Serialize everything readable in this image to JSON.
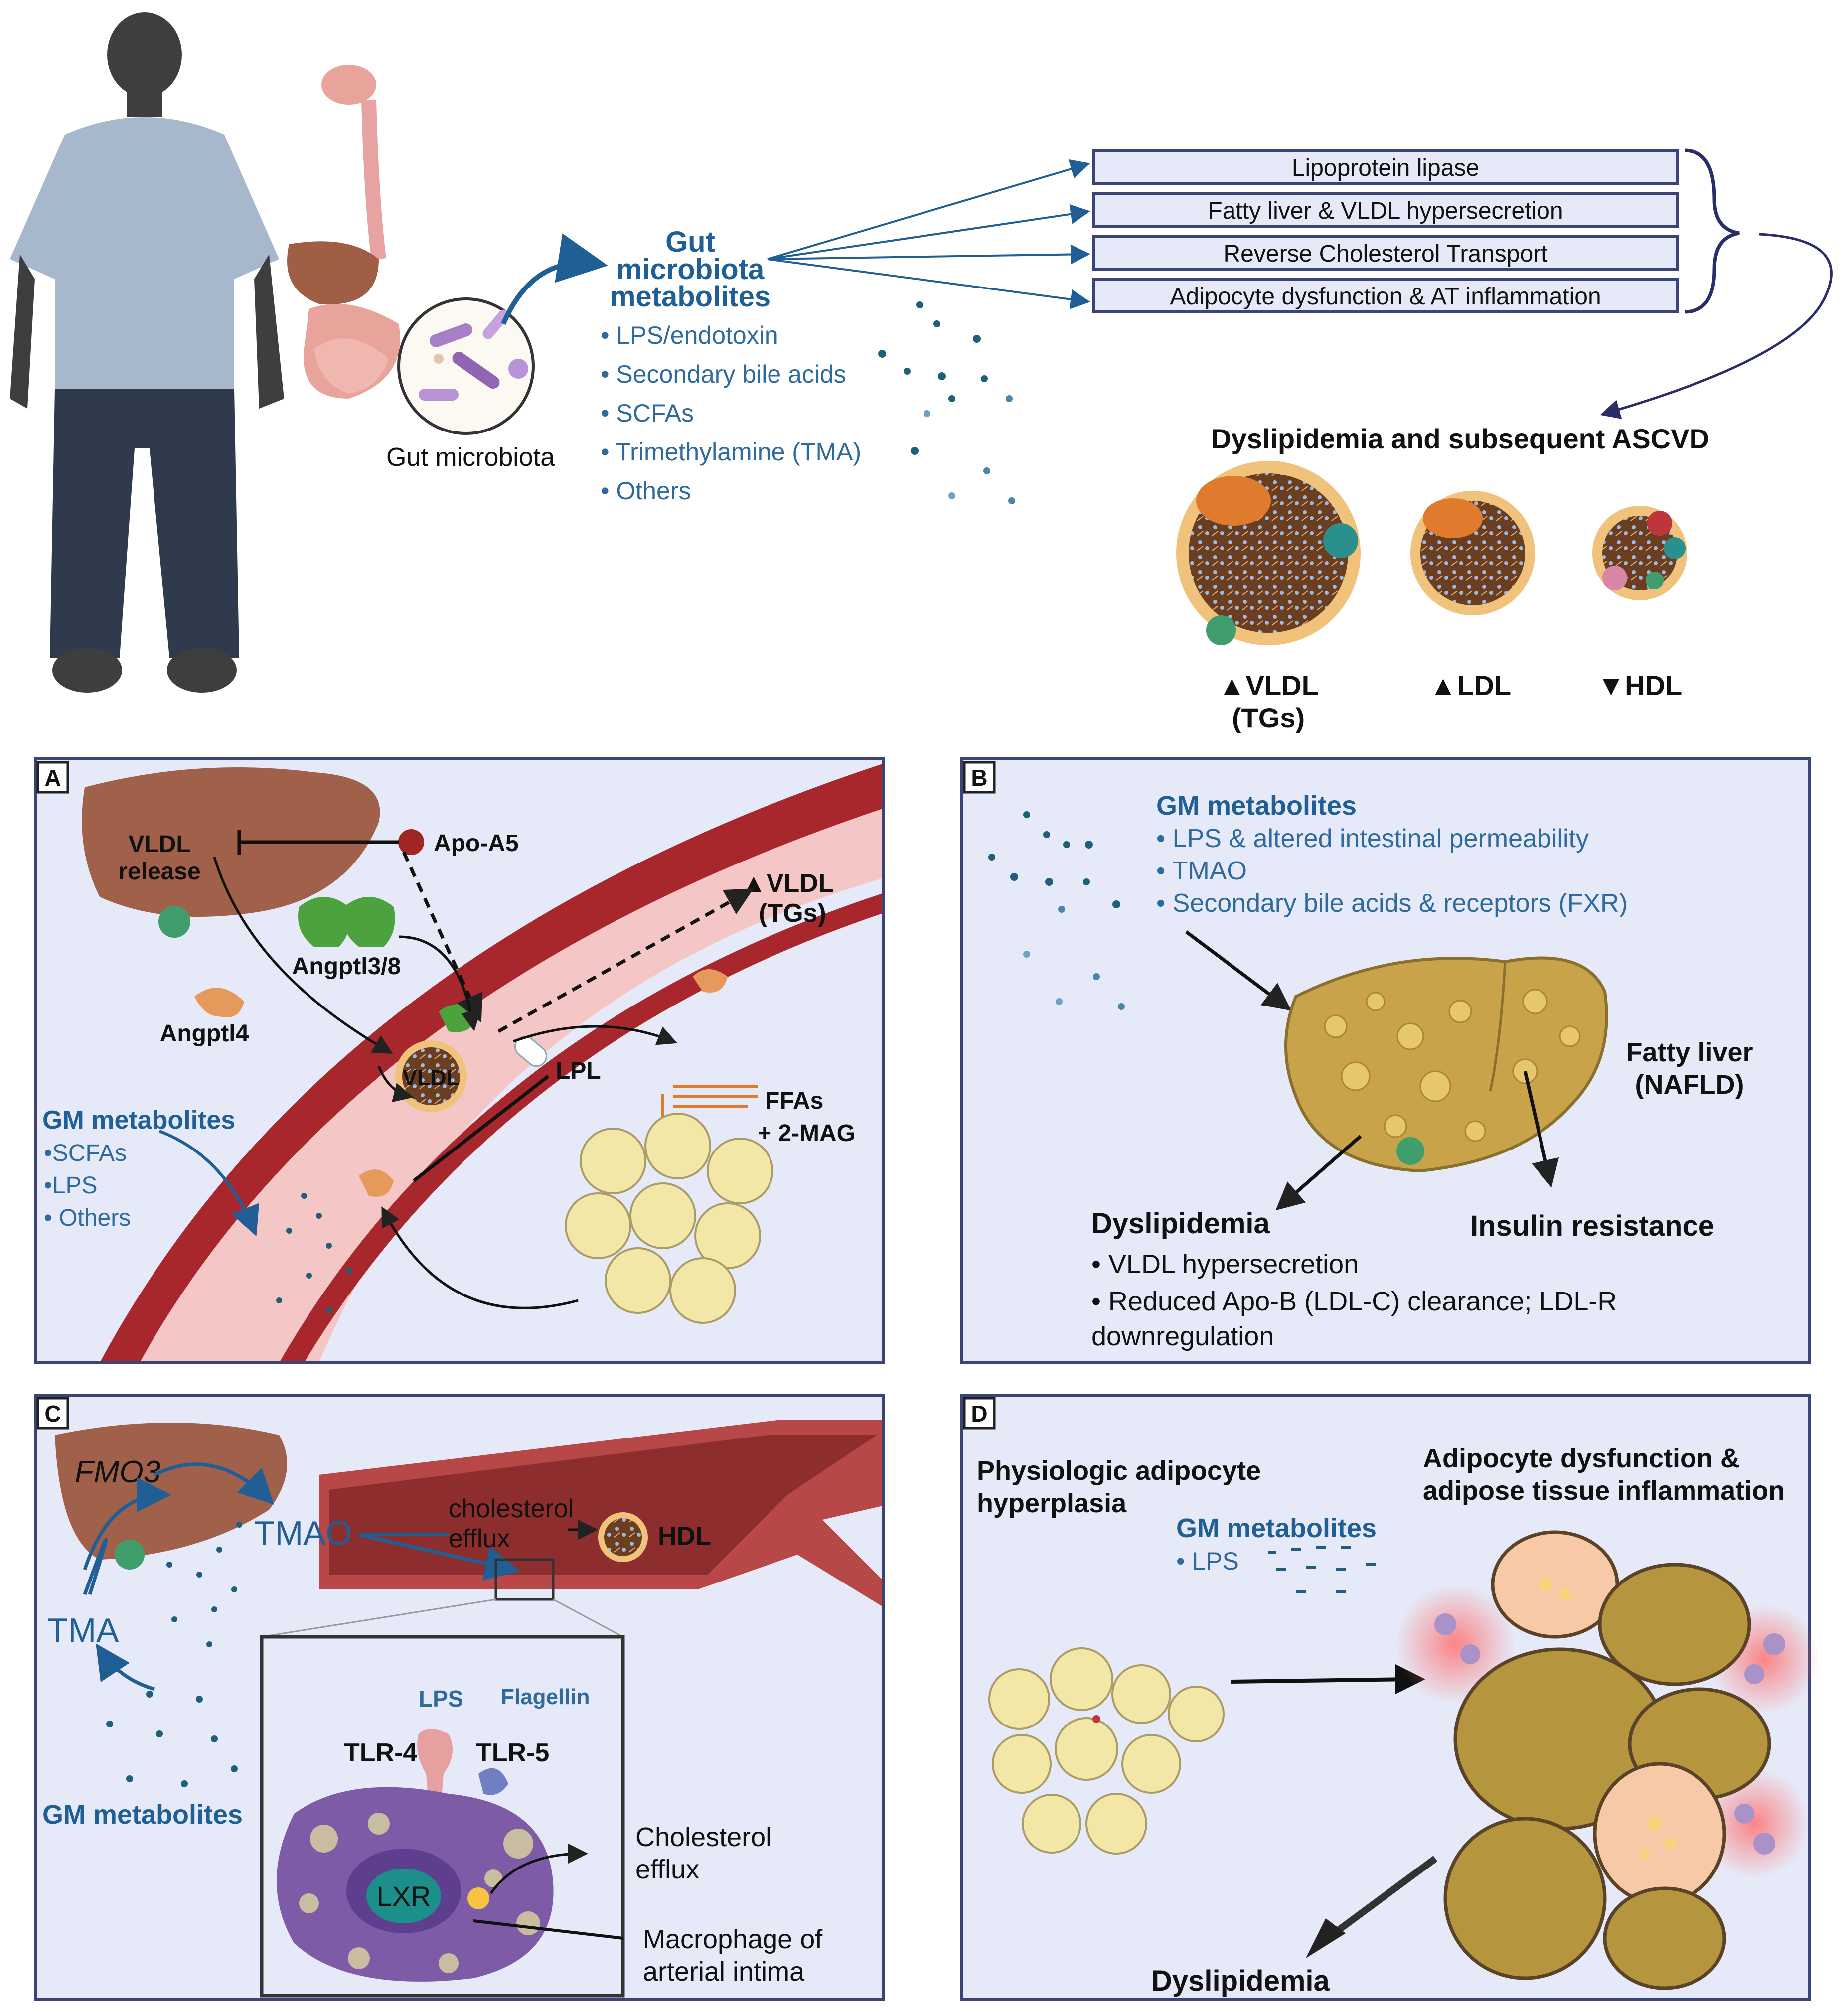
{
  "top": {
    "gut_label": "Gut microbiota",
    "metabolites_title": [
      "Gut",
      "microbiota",
      "metabolites"
    ],
    "metabolites_list": [
      "• LPS/endotoxin",
      "• Secondary bile acids",
      "• SCFAs",
      "• Trimethylamine (TMA)",
      "• Others"
    ],
    "targets": [
      "Lipoprotein lipase",
      "Fatty liver & VLDL hypersecretion",
      "Reverse Cholesterol Transport",
      "Adipocyte dysfunction & AT inflammation"
    ],
    "outcome_title": "Dyslipidemia and subsequent ASCVD",
    "lipoproteins": [
      {
        "label": "▲VLDL",
        "sub": "(TGs)"
      },
      {
        "label": "▲LDL",
        "sub": ""
      },
      {
        "label": "▼HDL",
        "sub": ""
      }
    ]
  },
  "panel_a": {
    "tag": "A",
    "vldl_release": [
      "VLDL",
      "release"
    ],
    "apo_a5": "Apo-A5",
    "angptl38": "Angptl3/8",
    "angptl4": "Angptl4",
    "vldl_tgs": [
      "▲VLDL",
      "(TGs)"
    ],
    "vldl": "VLDL",
    "lpl": "LPL",
    "ffas": [
      "FFAs",
      "+ 2-MAG"
    ],
    "gm_title": "GM metabolites",
    "gm_list": [
      "•SCFAs",
      "•LPS",
      "• Others"
    ]
  },
  "panel_b": {
    "tag": "B",
    "gm_title": "GM metabolites",
    "gm_list": [
      "• LPS & altered intestinal permeability",
      "• TMAO",
      "• Secondary bile acids & receptors (FXR)"
    ],
    "fatty_liver": [
      "Fatty liver",
      "(NAFLD)"
    ],
    "dyslipidemia": "Dyslipidemia",
    "insulin": "Insulin resistance",
    "bullets": [
      "• VLDL hypersecretion",
      "• Reduced Apo-B (LDL-C) clearance; LDL-R",
      "downregulation"
    ]
  },
  "panel_c": {
    "tag": "C",
    "fmo3": "FMO3",
    "tmao": "TMAO",
    "tma": "TMA",
    "cholesterol_efflux_top": [
      "cholesterol",
      "efflux"
    ],
    "hdl": "HDL",
    "gm_title": "GM metabolites",
    "lps": "LPS",
    "flagellin": "Flagellin",
    "tlr4": "TLR-4",
    "tlr5": "TLR-5",
    "lxr": "LXR",
    "cholesterol_efflux": [
      "Cholesterol",
      "efflux"
    ],
    "macrophage": [
      "Macrophage of",
      "arterial intima"
    ]
  },
  "panel_d": {
    "tag": "D",
    "physiologic": [
      "Physiologic adipocyte",
      "hyperplasia"
    ],
    "dysfunction": [
      "Adipocyte dysfunction &",
      "adipose tissue inflammation"
    ],
    "gm_title": "GM metabolites",
    "gm_item": "• LPS",
    "dyslipidemia": "Dyslipidemia"
  },
  "colors": {
    "panel_bg": "#e6e9f7",
    "accent_blue": "#1f5f96",
    "vessel_dark": "#a8272d",
    "vessel_light": "#f5c6c6",
    "liver": "#a0604a"
  }
}
